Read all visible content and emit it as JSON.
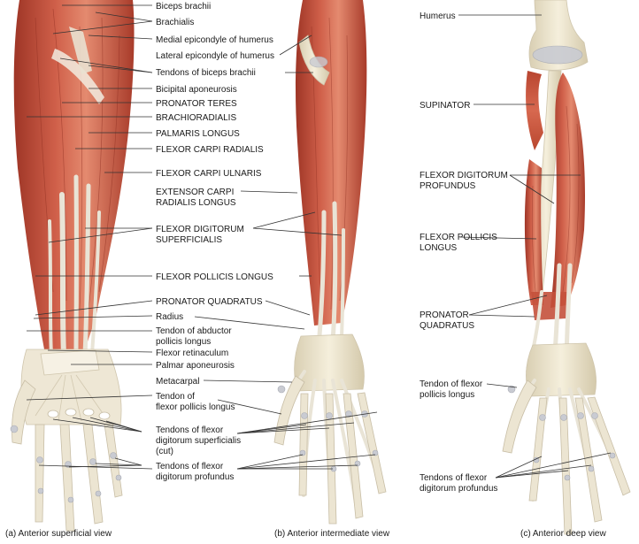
{
  "colors": {
    "muscle": "#c8563f",
    "muscle_dark": "#9e3526",
    "muscle_light": "#e08a6e",
    "tendon": "#ece6d8",
    "bone": "#efe7cf",
    "cartilage": "#c9cbd2"
  },
  "panels": {
    "a": {
      "caption": "(a) Anterior superficial view",
      "labels": [
        "Biceps brachii",
        "Brachialis",
        "Medial epicondyle of humerus",
        "Lateral epicondyle of humerus",
        "Tendons of biceps brachii",
        "Bicipital aponeurosis",
        "PRONATOR TERES",
        "BRACHIORADIALIS",
        "PALMARIS LONGUS",
        "FLEXOR CARPI RADIALIS",
        "FLEXOR CARPI ULNARIS",
        [
          "EXTENSOR CARPI",
          "RADIALIS LONGUS"
        ],
        [
          "FLEXOR DIGITORUM",
          "SUPERFICIALIS"
        ],
        "FLEXOR POLLICIS LONGUS",
        "PRONATOR QUADRATUS",
        "Radius",
        [
          "Tendon of abductor",
          "pollicis longus"
        ],
        "Flexor retinaculum",
        "Palmar aponeurosis",
        "Metacarpal",
        [
          "Tendon of",
          "flexor pollicis longus"
        ],
        [
          "Tendons of flexor",
          "digitorum superficialis",
          "(cut)"
        ],
        [
          "Tendons of flexor",
          "digitorum profundus"
        ]
      ]
    },
    "b": {
      "caption": "(b) Anterior intermediate view"
    },
    "c": {
      "caption": "(c) Anterior deep view",
      "labels": [
        "Humerus",
        "SUPINATOR",
        [
          "FLEXOR DIGITORUM",
          "PROFUNDUS"
        ],
        [
          "FLEXOR POLLICIS",
          "LONGUS"
        ],
        [
          "PRONATOR",
          "QUADRATUS"
        ],
        [
          "Tendon of flexor",
          "pollicis longus"
        ],
        [
          "Tendons of flexor",
          "digitorum profundus"
        ]
      ]
    }
  }
}
